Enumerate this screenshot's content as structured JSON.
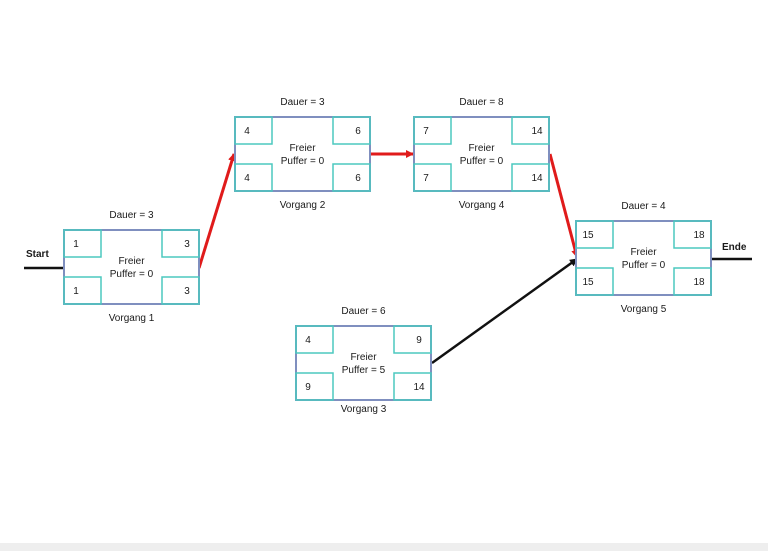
{
  "diagram": {
    "start_label": "Start",
    "end_label": "Ende",
    "colors": {
      "node_border": "#7f8fbf",
      "corner_border": "#4cc9bf",
      "critical_arrow": "#e01b1b",
      "normal_arrow": "#111111"
    },
    "nodes": [
      {
        "id": "v1",
        "name": "Vorgang 1",
        "duration": "Dauer = 3",
        "center": [
          "Freier",
          "Puffer = 0"
        ],
        "tl": "1",
        "tr": "3",
        "bl": "1",
        "br": "3"
      },
      {
        "id": "v2",
        "name": "Vorgang 2",
        "duration": "Dauer = 3",
        "center": [
          "Freier",
          "Puffer = 0"
        ],
        "tl": "4",
        "tr": "6",
        "bl": "4",
        "br": "6"
      },
      {
        "id": "v3",
        "name": "Vorgang 3",
        "duration": "Dauer = 6",
        "center": [
          "Freier",
          "Puffer = 5"
        ],
        "tl": "4",
        "tr": "9",
        "bl": "9",
        "br": "14"
      },
      {
        "id": "v4",
        "name": "Vorgang 4",
        "duration": "Dauer = 8",
        "center": [
          "Freier",
          "Puffer = 0"
        ],
        "tl": "7",
        "tr": "14",
        "bl": "7",
        "br": "14"
      },
      {
        "id": "v5",
        "name": "Vorgang 5",
        "duration": "Dauer = 4",
        "center": [
          "Freier",
          "Puffer = 0"
        ],
        "tl": "15",
        "tr": "18",
        "bl": "15",
        "br": "18"
      }
    ],
    "edges": [
      {
        "from": "v1",
        "to": "v2",
        "critical": true
      },
      {
        "from": "v2",
        "to": "v4",
        "critical": true
      },
      {
        "from": "v4",
        "to": "v5",
        "critical": true
      },
      {
        "from": "v3",
        "to": "v5",
        "critical": false
      }
    ]
  }
}
